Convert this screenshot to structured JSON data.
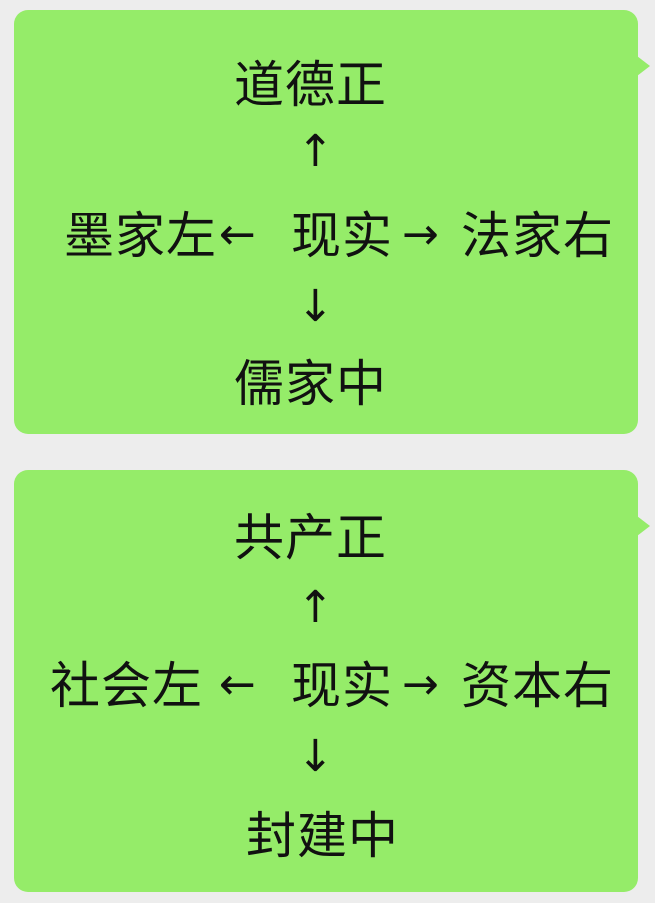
{
  "bubble_color": "#95ec69",
  "messages": [
    {
      "top": "道德正",
      "up_arrow": "↑",
      "left": "墨家左",
      "left_arrow": "←",
      "center": "现实",
      "right_arrow": "→",
      "right": "法家右",
      "down_arrow": "↓",
      "bottom": "儒家中"
    },
    {
      "top": "共产正",
      "up_arrow": "↑",
      "left": "社会左",
      "left_arrow": "←",
      "center": "现实",
      "right_arrow": "→",
      "right": "资本右",
      "down_arrow": "↓",
      "bottom": "封建中"
    }
  ]
}
